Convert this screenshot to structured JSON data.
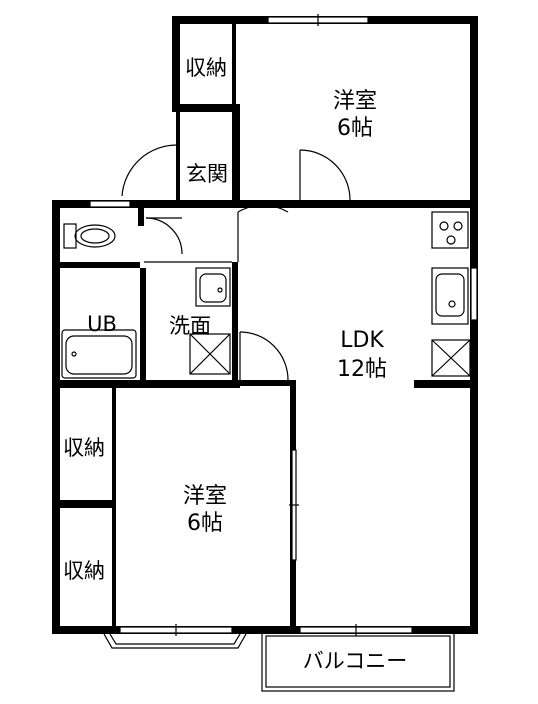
{
  "rooms": {
    "western_room_north": {
      "name": "洋室",
      "size": "6帖"
    },
    "western_room_south": {
      "name": "洋室",
      "size": "6帖"
    },
    "ldk": {
      "name": "LDK",
      "size": "12帖"
    }
  },
  "labels": {
    "storage": "収納",
    "entrance": "玄関",
    "washroom": "洗面",
    "unit_bath": "UB",
    "balcony": "バルコニー"
  },
  "colors": {
    "wall": "#000000",
    "background": "#ffffff"
  }
}
